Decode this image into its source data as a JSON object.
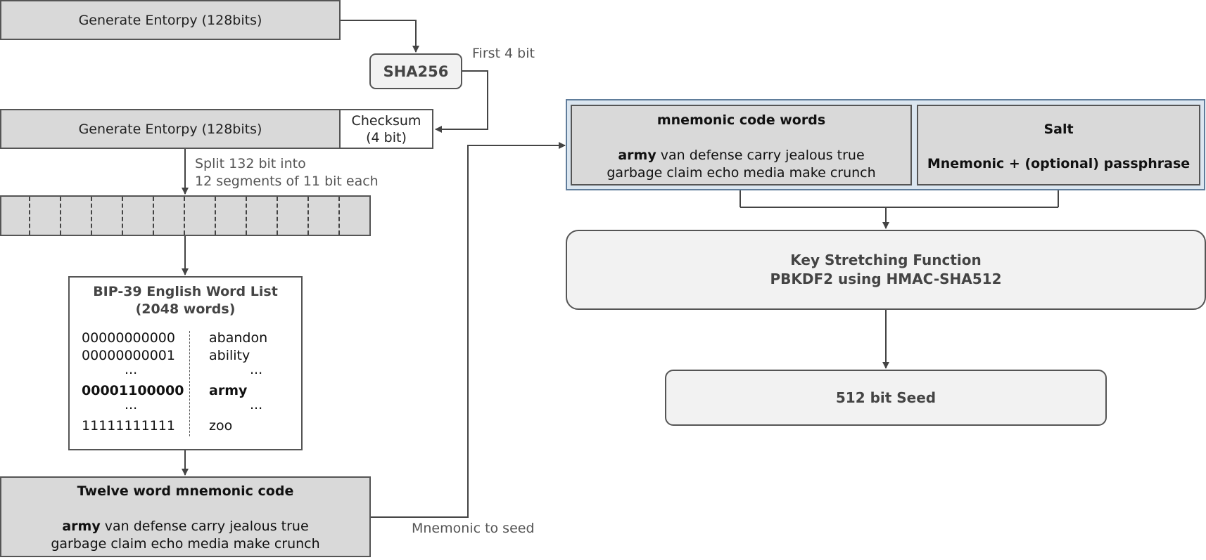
{
  "entropy_box": {
    "label": "Generate Entorpy (128bits)"
  },
  "sha_box": {
    "label": "SHA256"
  },
  "first_bits_label": "First 4 bit",
  "entropy_checksum": {
    "entropy_label": "Generate Entorpy (128bits)",
    "checksum_line1": "Checksum",
    "checksum_line2": "(4 bit)"
  },
  "split_label": {
    "line1": "Split 132 bit into",
    "line2": "12 segments of 11 bit each"
  },
  "segments": {
    "count": 12
  },
  "word_list": {
    "title_line1": "BIP-39 English Word List",
    "title_line2": "(2048 words)",
    "rows": [
      {
        "bits": "00000000000",
        "word": "abandon"
      },
      {
        "bits": "00000000001",
        "word": "ability"
      },
      {
        "bits": "...",
        "word": "..."
      },
      {
        "bits": "00001100000",
        "word": "army"
      },
      {
        "bits": "...",
        "word": "..."
      },
      {
        "bits": "11111111111",
        "word": "zoo"
      }
    ]
  },
  "mnemonic_box": {
    "title": "Twelve word mnemonic code",
    "first_word": "army",
    "line1_rest": " van defense carry jealous true",
    "line2": "garbage claim echo media make crunch"
  },
  "mnemonic_to_seed_label": "Mnemonic to seed",
  "code_words_box": {
    "title": "mnemonic code words",
    "first_word": "army",
    "line1_rest": " van defense carry jealous true",
    "line2": "garbage claim echo media make crunch"
  },
  "salt_box": {
    "title": "Salt",
    "body": "Mnemonic + (optional) passphrase"
  },
  "kdf_box": {
    "line1": "Key Stretching Function",
    "line2": "PBKDF2 using HMAC-SHA512"
  },
  "seed_box": {
    "label": "512 bit Seed"
  },
  "colors": {
    "box_fill": "#d9d9d9",
    "light_fill": "#f2f2f2",
    "outer_fill": "#dbe6f0",
    "outer_border": "#607d9b",
    "line": "#444444"
  }
}
